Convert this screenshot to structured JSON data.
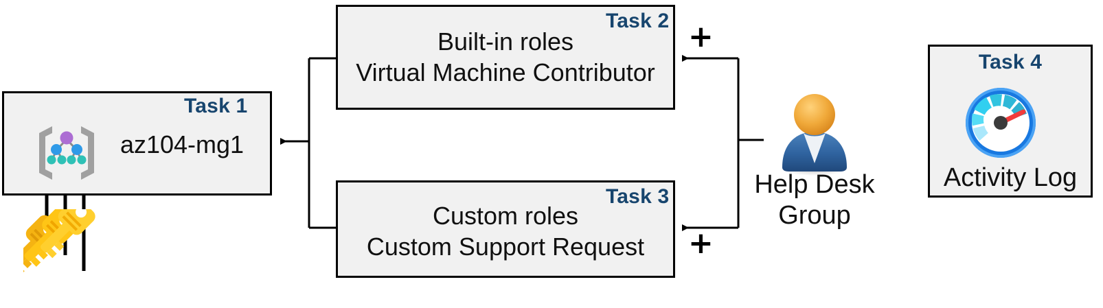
{
  "diagram": {
    "title": "Azure RBAC task diagram",
    "background_color": "#ffffff",
    "box_fill": "#f1f1f1",
    "box_border": "#000000",
    "task_label_color": "#17456e",
    "connector_color": "#000000"
  },
  "boxes": [
    {
      "id": "task1",
      "task_label": "Task 1",
      "line1": "az104-mg1",
      "line2": "",
      "icon": "management-group-icon"
    },
    {
      "id": "task2",
      "task_label": "Task 2",
      "line1": "Built-in roles",
      "line2": "Virtual Machine Contributor",
      "icon": ""
    },
    {
      "id": "task3",
      "task_label": "Task 3",
      "line1": "Custom roles",
      "line2": "Custom Support Request",
      "icon": ""
    },
    {
      "id": "task4",
      "task_label": "Task 4",
      "line1": "Activity Log",
      "line2": "",
      "icon": "activity-log-gauge-icon"
    }
  ],
  "actor": {
    "icon": "user-person-icon",
    "label_line1": "Help Desk",
    "label_line2": "Group"
  },
  "keys": {
    "icon": "keys-icon",
    "count": 3
  },
  "operators": [
    {
      "id": "plus-top",
      "symbol": "+"
    },
    {
      "id": "plus-bottom",
      "symbol": "+"
    }
  ]
}
